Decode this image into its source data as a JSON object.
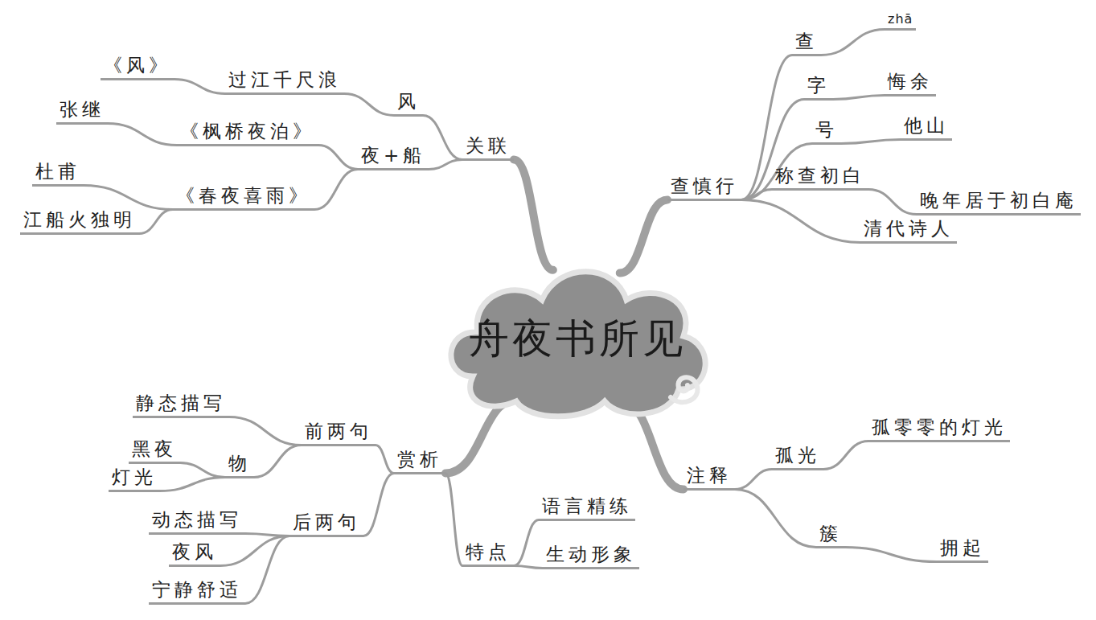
{
  "diagram": {
    "nodes": [
      {
        "text": [
          "舟夜书所见"
        ]
      },
      {
        "text": [
          "关联"
        ]
      },
      {
        "text": [
          "风"
        ]
      },
      {
        "text": [
          "过江千尺浪"
        ]
      },
      {
        "text": [
          "《风》"
        ]
      },
      {
        "text": [
          "夜+船"
        ]
      },
      {
        "text": [
          "《枫桥夜泊》"
        ]
      },
      {
        "text": [
          "张继"
        ]
      },
      {
        "text": [
          "《春夜喜雨》"
        ]
      },
      {
        "text": [
          "杜甫"
        ]
      },
      {
        "text": [
          "江船火独明"
        ]
      },
      {
        "text": [
          "查慎行"
        ]
      },
      {
        "text": [
          "查"
        ]
      },
      {
        "text": [
          "zhā"
        ]
      },
      {
        "text": [
          "字"
        ]
      },
      {
        "text": [
          "悔余"
        ]
      },
      {
        "text": [
          "号"
        ]
      },
      {
        "text": [
          "他山"
        ]
      },
      {
        "text": [
          "称查初白"
        ]
      },
      {
        "text": [
          "晚年居于初白庵"
        ]
      },
      {
        "text": [
          "清代诗人"
        ]
      },
      {
        "text": [
          "注释"
        ]
      },
      {
        "text": [
          "孤光"
        ]
      },
      {
        "text": [
          "孤零零的灯光"
        ]
      },
      {
        "text": [
          "簇"
        ]
      },
      {
        "text": [
          "拥起"
        ]
      },
      {
        "text": [
          "赏析"
        ]
      },
      {
        "text": [
          "前两句"
        ]
      },
      {
        "text": [
          "静态描写"
        ]
      },
      {
        "text": [
          "物"
        ]
      },
      {
        "text": [
          "黑夜"
        ]
      },
      {
        "text": [
          "灯光"
        ]
      },
      {
        "text": [
          "后两句"
        ]
      },
      {
        "text": [
          "动态描写"
        ]
      },
      {
        "text": [
          "夜风"
        ]
      },
      {
        "text": [
          "宁静舒适"
        ]
      },
      {
        "text": [
          "特点"
        ]
      },
      {
        "text": [
          "语言精练"
        ]
      },
      {
        "text": [
          "生动形象"
        ]
      }
    ],
    "edges": [
      {
        "from": 0,
        "to": 1,
        "arrow": "none"
      },
      {
        "from": 1,
        "to": 2,
        "arrow": "none"
      },
      {
        "from": 2,
        "to": 3,
        "arrow": "none"
      },
      {
        "from": 3,
        "to": 4,
        "arrow": "none"
      },
      {
        "from": 1,
        "to": 5,
        "arrow": "none"
      },
      {
        "from": 5,
        "to": 6,
        "arrow": "none"
      },
      {
        "from": 6,
        "to": 7,
        "arrow": "none"
      },
      {
        "from": 5,
        "to": 8,
        "arrow": "none"
      },
      {
        "from": 8,
        "to": 9,
        "arrow": "none"
      },
      {
        "from": 8,
        "to": 10,
        "arrow": "none"
      },
      {
        "from": 0,
        "to": 11,
        "arrow": "none"
      },
      {
        "from": 11,
        "to": 12,
        "arrow": "none"
      },
      {
        "from": 12,
        "to": 13,
        "arrow": "none"
      },
      {
        "from": 11,
        "to": 14,
        "arrow": "none"
      },
      {
        "from": 14,
        "to": 15,
        "arrow": "none"
      },
      {
        "from": 11,
        "to": 16,
        "arrow": "none"
      },
      {
        "from": 16,
        "to": 17,
        "arrow": "none"
      },
      {
        "from": 11,
        "to": 18,
        "arrow": "none"
      },
      {
        "from": 18,
        "to": 19,
        "arrow": "none"
      },
      {
        "from": 11,
        "to": 20,
        "arrow": "none"
      },
      {
        "from": 0,
        "to": 21,
        "arrow": "none"
      },
      {
        "from": 21,
        "to": 22,
        "arrow": "none"
      },
      {
        "from": 22,
        "to": 23,
        "arrow": "none"
      },
      {
        "from": 21,
        "to": 24,
        "arrow": "none"
      },
      {
        "from": 24,
        "to": 25,
        "arrow": "none"
      },
      {
        "from": 0,
        "to": 26,
        "arrow": "none"
      },
      {
        "from": 26,
        "to": 27,
        "arrow": "none"
      },
      {
        "from": 27,
        "to": 28,
        "arrow": "none"
      },
      {
        "from": 27,
        "to": 29,
        "arrow": "none"
      },
      {
        "from": 29,
        "to": 30,
        "arrow": "none"
      },
      {
        "from": 29,
        "to": 31,
        "arrow": "none"
      },
      {
        "from": 26,
        "to": 32,
        "arrow": "none"
      },
      {
        "from": 32,
        "to": 33,
        "arrow": "none"
      },
      {
        "from": 32,
        "to": 34,
        "arrow": "none"
      },
      {
        "from": 32,
        "to": 35,
        "arrow": "none"
      },
      {
        "from": 26,
        "to": 36,
        "arrow": "none"
      },
      {
        "from": 36,
        "to": 37,
        "arrow": "none"
      },
      {
        "from": 36,
        "to": 38,
        "arrow": "none"
      }
    ]
  }
}
